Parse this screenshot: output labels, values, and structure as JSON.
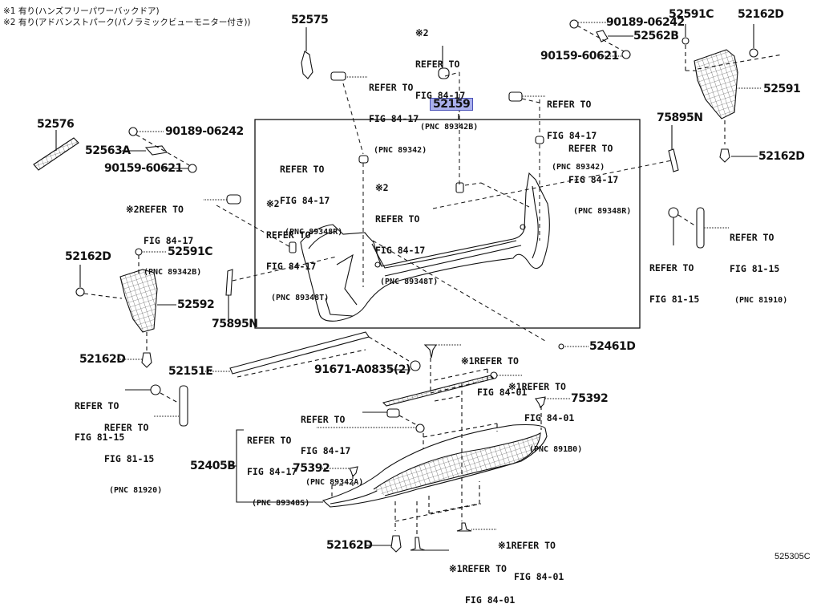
{
  "notes": [
    {
      "mark": "※1",
      "text": "有り(ハンズフリーパワーバックドア)"
    },
    {
      "mark": "※2",
      "text": "有り(アドバンストパーク(パノラミックビューモニター付き))"
    }
  ],
  "diagram_code": "525305C",
  "highlight_color": "#aab0ec",
  "parts": {
    "p52575": "52575",
    "p52159": "52159",
    "p90189_a": "90189-06242",
    "p52562B": "52562B",
    "p90159_a": "90159-60621",
    "p52591C_a": "52591C",
    "p52162D_a": "52162D",
    "p52591": "52591",
    "p75895N_a": "75895N",
    "p52162D_b": "52162D",
    "p52576": "52576",
    "p90189_b": "90189-06242",
    "p52563A": "52563A",
    "p90159_b": "90159-60621",
    "p52162D_c": "52162D",
    "p52591C_b": "52591C",
    "p52592": "52592",
    "p75895N_b": "75895N",
    "p52162D_d": "52162D",
    "p52151E": "52151E",
    "p91671": "91671-A0835(2)",
    "p52461D": "52461D",
    "p75392_a": "75392",
    "p52405B": "52405B",
    "p75392_b": "75392",
    "p52162D_e": "52162D"
  },
  "refs": {
    "r1": {
      "mark": "※2",
      "line1": "REFER TO",
      "line2": "FIG 84-17",
      "pnc": "(PNC 89342B)"
    },
    "r2": {
      "mark": "",
      "line1": "REFER TO",
      "line2": "FIG 84-17",
      "pnc": "(PNC 89342)"
    },
    "r3": {
      "mark": "",
      "line1": "REFER TO",
      "line2": "FIG 84-17",
      "pnc": "(PNC 89342)"
    },
    "r4": {
      "mark": "",
      "line1": "REFER TO",
      "line2": "FIG 84-17",
      "pnc": "(PNC 89348R)"
    },
    "r5": {
      "mark": "",
      "line1": "REFER TO",
      "line2": "FIG 84-17",
      "pnc": "(PNC 89348R)"
    },
    "r6": {
      "mark": "※2",
      "line1": "REFER TO",
      "line2": "FIG 84-17",
      "pnc": "(PNC 89348T)"
    },
    "r7": {
      "mark": "※2",
      "line1": "REFER TO",
      "line2": "FIG 84-17",
      "pnc": "(PNC 89348T)"
    },
    "r8": {
      "mark": "※2",
      "line1": "REFER TO",
      "line2": "FIG 84-17",
      "pnc": "(PNC 89342B)"
    },
    "r9": {
      "mark": "",
      "line1": "REFER TO",
      "line2": "FIG 81-15",
      "pnc": "(PNC 81910)"
    },
    "r10": {
      "mark": "",
      "line1": "REFER TO",
      "line2": "FIG 81-15",
      "pnc": ""
    },
    "r11": {
      "mark": "※1",
      "line1": "REFER TO",
      "line2": "FIG 84-01",
      "pnc": ""
    },
    "r12": {
      "mark": "※1",
      "line1": "REFER TO",
      "line2": "FIG 84-01",
      "pnc": "(PNC 891B0)"
    },
    "r13": {
      "mark": "",
      "line1": "REFER TO",
      "line2": "FIG 81-15",
      "pnc": ""
    },
    "r14": {
      "mark": "",
      "line1": "REFER TO",
      "line2": "FIG 81-15",
      "pnc": "(PNC 81920)"
    },
    "r15": {
      "mark": "",
      "line1": "REFER TO",
      "line2": "FIG 84-17",
      "pnc": "(PNC 89342A)"
    },
    "r16": {
      "mark": "",
      "line1": "REFER TO",
      "line2": "FIG 84-17",
      "pnc": "(PNC 89348S)"
    },
    "r17": {
      "mark": "※1",
      "line1": "REFER TO",
      "line2": "FIG 84-01",
      "pnc": ""
    },
    "r18": {
      "mark": "※1",
      "line1": "REFER TO",
      "line2": "FIG 84-01",
      "pnc": ""
    }
  }
}
